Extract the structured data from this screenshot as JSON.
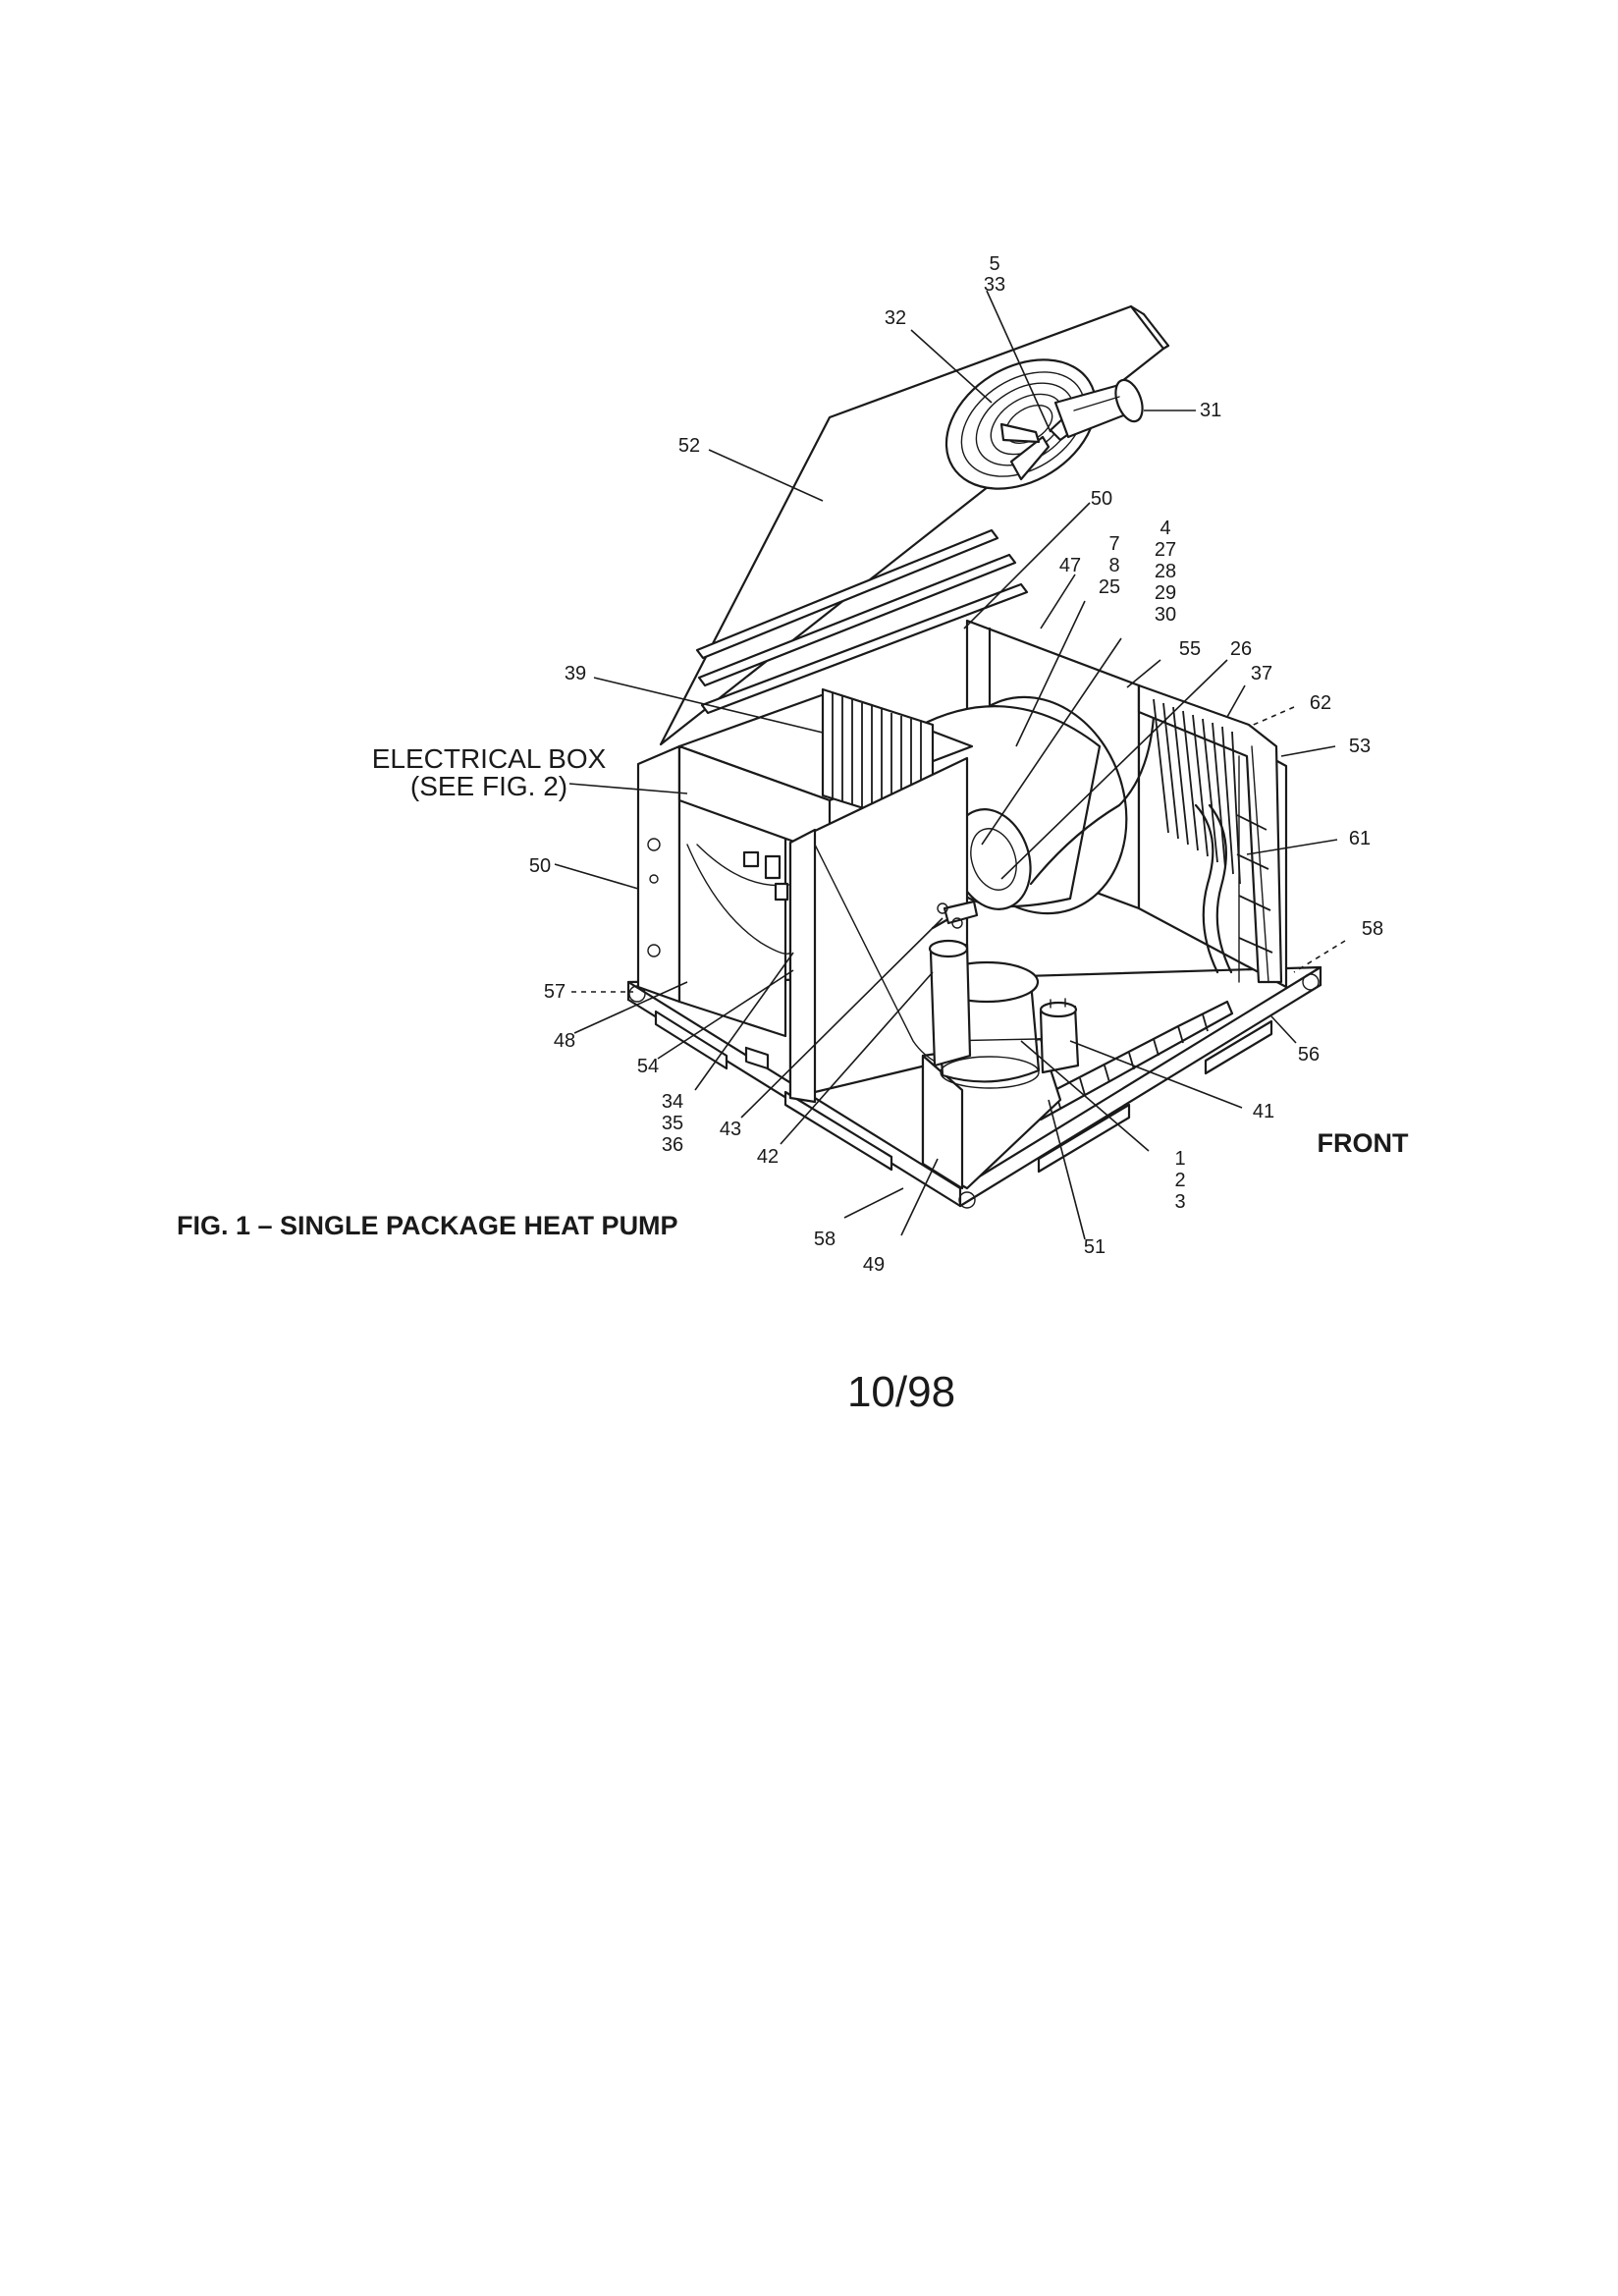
{
  "figure": {
    "caption": "FIG. 1 – SINGLE PACKAGE HEAT PUMP",
    "front_label": "FRONT",
    "electrical_box": {
      "line1": "ELECTRICAL BOX",
      "line2": "(SEE FIG. 2)"
    },
    "callouts": {
      "c5_33": [
        "5",
        "33"
      ],
      "c32": "32",
      "c31": "31",
      "c52": "52",
      "c50_top": "50",
      "c7_8_25": [
        "7",
        "8",
        "25"
      ],
      "c47": "47",
      "c4_30": [
        "4",
        "27",
        "28",
        "29",
        "30"
      ],
      "c55": "55",
      "c26": "26",
      "c37": "37",
      "c62": "62",
      "c53": "53",
      "c39": "39",
      "c61": "61",
      "c50_left": "50",
      "c58_right": "58",
      "c57": "57",
      "c48": "48",
      "c54": "54",
      "c56": "56",
      "c34_36": [
        "34",
        "35",
        "36"
      ],
      "c43": "43",
      "c42": "42",
      "c41": "41",
      "c1_3": [
        "1",
        "2",
        "3"
      ],
      "c58_bottom": "58",
      "c51": "51",
      "c49": "49"
    }
  },
  "page_date": "10/98"
}
